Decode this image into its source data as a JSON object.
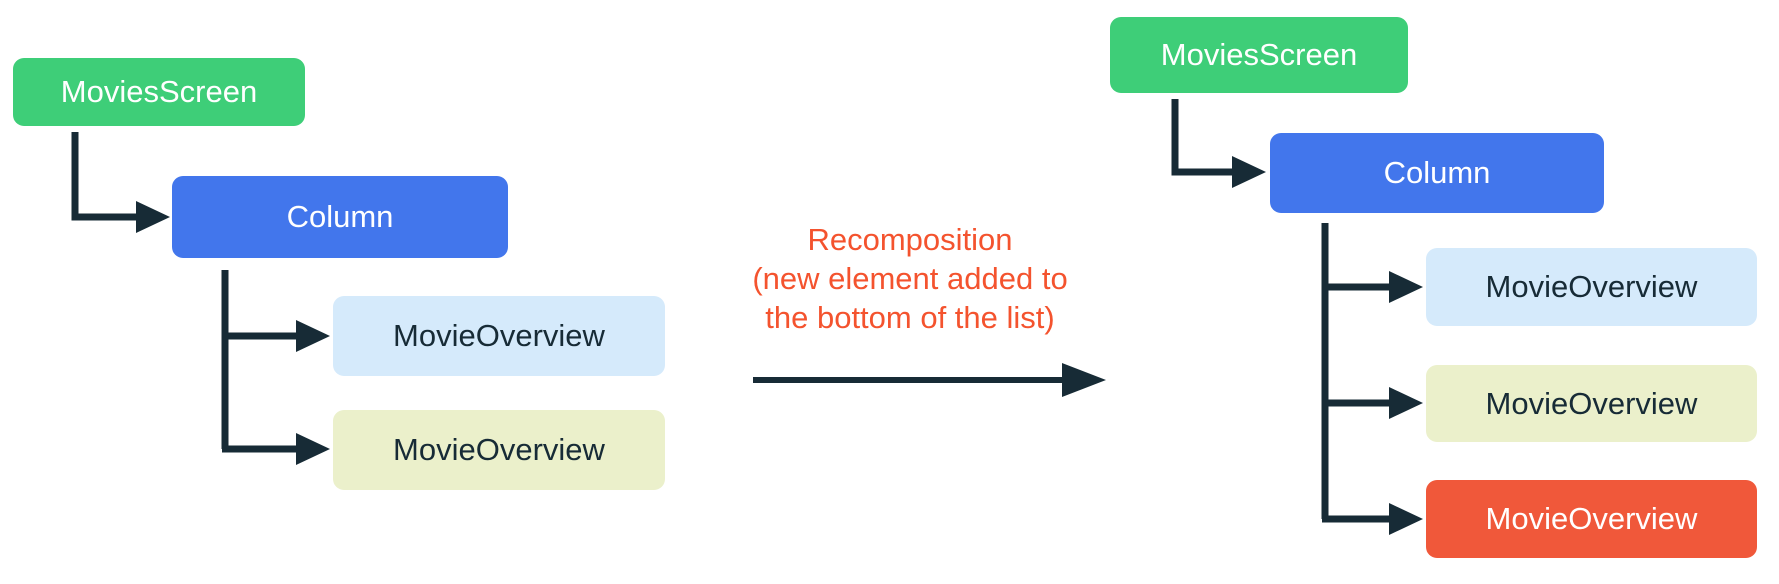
{
  "diagram": {
    "background": "#FFFFFF",
    "connector_color": "#172B36",
    "before_tree": {
      "root": {
        "label": "MoviesScreen",
        "color": "#3ECE78",
        "text_color": "#FFFFFF"
      },
      "container": {
        "label": "Column",
        "color": "#4276EC",
        "text_color": "#FFFFFF"
      },
      "children": [
        {
          "label": "MovieOverview",
          "color": "#D5EAFB",
          "text_color": "#172B36"
        },
        {
          "label": "MovieOverview",
          "color": "#EBF0CB",
          "text_color": "#172B36"
        }
      ]
    },
    "transition": {
      "lines": [
        "Recomposition",
        "(new element added to",
        "the bottom of the list)"
      ],
      "text_color": "#F4532E"
    },
    "after_tree": {
      "root": {
        "label": "MoviesScreen",
        "color": "#3ECE78",
        "text_color": "#FFFFFF"
      },
      "container": {
        "label": "Column",
        "color": "#4276EC",
        "text_color": "#FFFFFF"
      },
      "children": [
        {
          "label": "MovieOverview",
          "color": "#D5EAFB",
          "text_color": "#172B36"
        },
        {
          "label": "MovieOverview",
          "color": "#EBF0CB",
          "text_color": "#172B36"
        },
        {
          "label": "MovieOverview",
          "color": "#F0583A",
          "text_color": "#FFFFFF"
        }
      ]
    }
  }
}
